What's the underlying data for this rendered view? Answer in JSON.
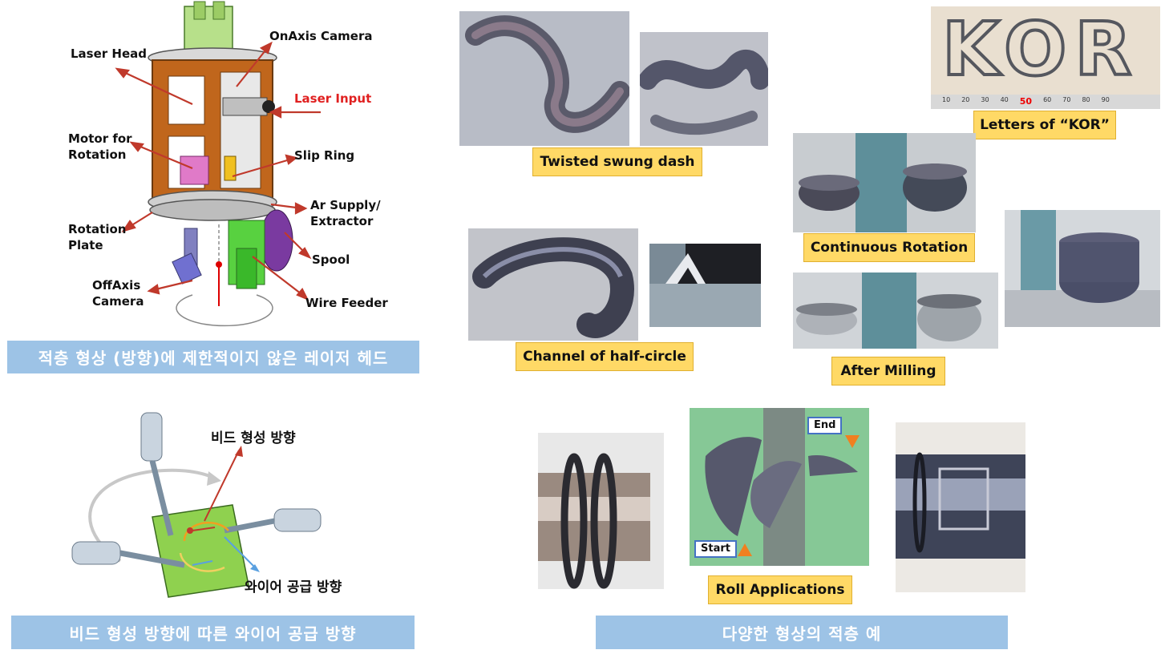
{
  "laser_head": {
    "callouts": {
      "laser_head": "Laser Head",
      "onaxis_camera": "OnAxis Camera",
      "laser_input": "Laser Input",
      "motor_line1": "Motor for",
      "motor_line2": "Rotation",
      "slip_ring": "Slip Ring",
      "ar_line1": "Ar Supply/",
      "ar_line2": "Extractor",
      "rotation_line1": "Rotation",
      "rotation_line2": "Plate",
      "spool": "Spool",
      "offaxis_line1": "OffAxis",
      "offaxis_line2": "Camera",
      "wire_feeder": "Wire Feeder"
    },
    "banner": "적층 형상 (방향)에 제한적이지 않은 레이저 헤드"
  },
  "wire_diagram": {
    "bead_direction": "비드 형성 방향",
    "wire_direction": "와이어 공급 방향",
    "banner": "비드 형성 방향에 따른 와이어 공급 방향"
  },
  "samples": {
    "twisted": "Twisted swung dash",
    "channel": "Channel of half-circle",
    "letters": "Letters of “KOR”",
    "letters_text": "KOR",
    "continuous": "Continuous Rotation",
    "milling": "After Milling",
    "roll": "Roll Applications",
    "roll_end": "End",
    "roll_start": "Start",
    "ruler_ticks": [
      "10",
      "20",
      "30",
      "40",
      "50",
      "60",
      "70",
      "80",
      "90"
    ],
    "banner": "다양한 형상의 적층 예"
  },
  "colors": {
    "banner_bg": "#9dc3e6",
    "label_bg": "#ffd966",
    "arrow_red": "#c0392b",
    "frame_orange": "#c0661c",
    "plate_green": "#8fd14f"
  }
}
